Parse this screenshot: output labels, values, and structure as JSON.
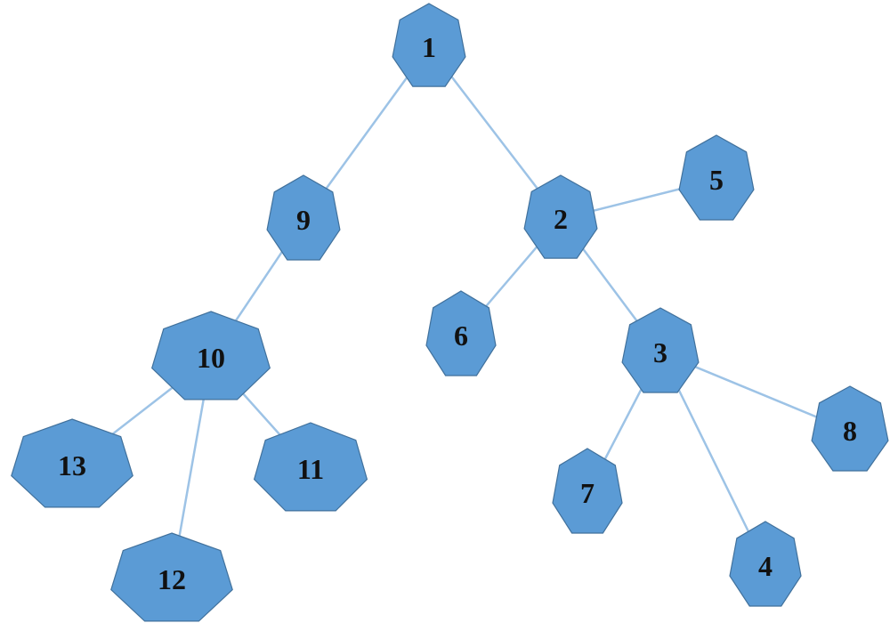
{
  "colors": {
    "node_fill": "#5b9bd5",
    "node_stroke": "#41719c",
    "edge": "#9dc3e6",
    "label": "#111111"
  },
  "node_shape": "heptagon",
  "nodes": [
    {
      "id": "1",
      "label": "1"
    },
    {
      "id": "2",
      "label": "2"
    },
    {
      "id": "3",
      "label": "3"
    },
    {
      "id": "4",
      "label": "4"
    },
    {
      "id": "5",
      "label": "5"
    },
    {
      "id": "6",
      "label": "6"
    },
    {
      "id": "7",
      "label": "7"
    },
    {
      "id": "8",
      "label": "8"
    },
    {
      "id": "9",
      "label": "9"
    },
    {
      "id": "10",
      "label": "10"
    },
    {
      "id": "11",
      "label": "11"
    },
    {
      "id": "12",
      "label": "12"
    },
    {
      "id": "13",
      "label": "13"
    }
  ],
  "edges": [
    {
      "from": "1",
      "to": "9"
    },
    {
      "from": "1",
      "to": "2"
    },
    {
      "from": "2",
      "to": "5"
    },
    {
      "from": "2",
      "to": "6"
    },
    {
      "from": "2",
      "to": "3"
    },
    {
      "from": "3",
      "to": "7"
    },
    {
      "from": "3",
      "to": "4"
    },
    {
      "from": "3",
      "to": "8"
    },
    {
      "from": "9",
      "to": "10"
    },
    {
      "from": "10",
      "to": "13"
    },
    {
      "from": "10",
      "to": "12"
    },
    {
      "from": "10",
      "to": "11"
    }
  ]
}
